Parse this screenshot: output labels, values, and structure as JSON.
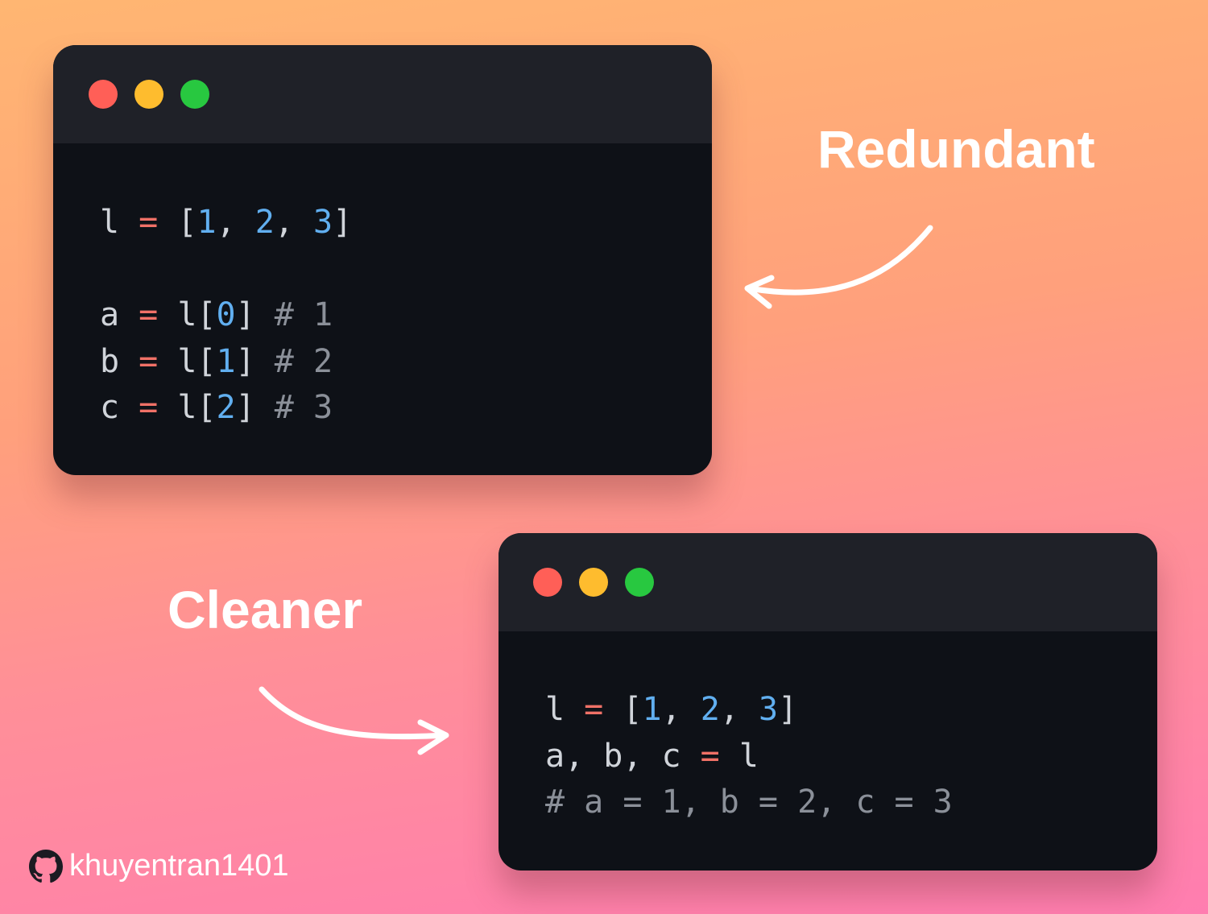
{
  "colors": {
    "red": "#ff5f57",
    "yellow": "#febc2e",
    "green": "#28c840",
    "text": "#d0d4da",
    "op": "#f07167",
    "num": "#61aff0",
    "comment": "#8b9099"
  },
  "labels": {
    "redundant": "Redundant",
    "cleaner": "Cleaner"
  },
  "author": {
    "handle": "khuyentran1401",
    "icon": "github-icon"
  },
  "windows": [
    {
      "lines": [
        [
          {
            "t": "l ",
            "c": "text"
          },
          {
            "t": "=",
            "c": "op"
          },
          {
            "t": " [",
            "c": "text"
          },
          {
            "t": "1",
            "c": "num"
          },
          {
            "t": ", ",
            "c": "text"
          },
          {
            "t": "2",
            "c": "num"
          },
          {
            "t": ", ",
            "c": "text"
          },
          {
            "t": "3",
            "c": "num"
          },
          {
            "t": "]",
            "c": "text"
          }
        ],
        [],
        [
          {
            "t": "a ",
            "c": "text"
          },
          {
            "t": "=",
            "c": "op"
          },
          {
            "t": " l[",
            "c": "text"
          },
          {
            "t": "0",
            "c": "num"
          },
          {
            "t": "] ",
            "c": "text"
          },
          {
            "t": "# 1",
            "c": "comment"
          }
        ],
        [
          {
            "t": "b ",
            "c": "text"
          },
          {
            "t": "=",
            "c": "op"
          },
          {
            "t": " l[",
            "c": "text"
          },
          {
            "t": "1",
            "c": "num"
          },
          {
            "t": "] ",
            "c": "text"
          },
          {
            "t": "# 2",
            "c": "comment"
          }
        ],
        [
          {
            "t": "c ",
            "c": "text"
          },
          {
            "t": "=",
            "c": "op"
          },
          {
            "t": " l[",
            "c": "text"
          },
          {
            "t": "2",
            "c": "num"
          },
          {
            "t": "] ",
            "c": "text"
          },
          {
            "t": "# 3",
            "c": "comment"
          }
        ]
      ]
    },
    {
      "lines": [
        [
          {
            "t": "l ",
            "c": "text"
          },
          {
            "t": "=",
            "c": "op"
          },
          {
            "t": " [",
            "c": "text"
          },
          {
            "t": "1",
            "c": "num"
          },
          {
            "t": ", ",
            "c": "text"
          },
          {
            "t": "2",
            "c": "num"
          },
          {
            "t": ", ",
            "c": "text"
          },
          {
            "t": "3",
            "c": "num"
          },
          {
            "t": "]",
            "c": "text"
          }
        ],
        [
          {
            "t": "a, b, c ",
            "c": "text"
          },
          {
            "t": "=",
            "c": "op"
          },
          {
            "t": " l",
            "c": "text"
          }
        ],
        [
          {
            "t": "# a = 1, b = 2, c = 3",
            "c": "comment"
          }
        ]
      ]
    }
  ]
}
